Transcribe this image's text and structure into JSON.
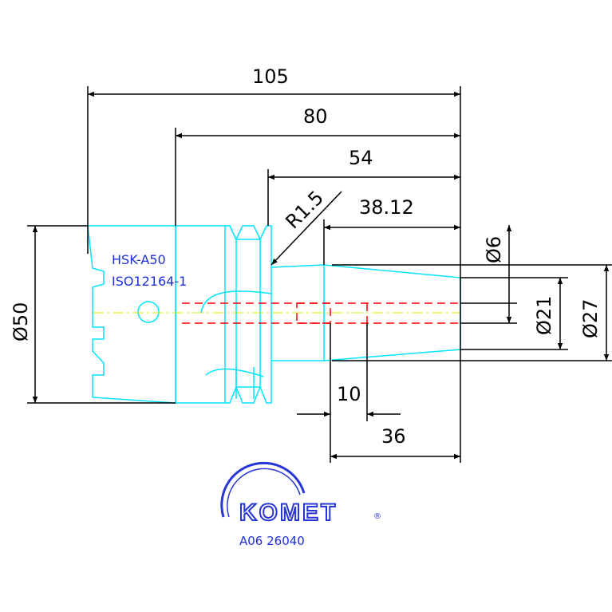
{
  "dimensions": {
    "overall_length": "105",
    "flange_to_end": "80",
    "body_to_end": "54",
    "radius": "R1.5",
    "nose_length": "38.12",
    "end_diameter": "Ø6",
    "bore_diameter": "Ø21",
    "nose_diameter": "Ø27",
    "shank_diameter": "Ø50",
    "bore_depth": "10",
    "nose_segment": "36"
  },
  "notes": {
    "interface": "HSK-A50",
    "standard": "ISO12164-1"
  },
  "brand": {
    "name": "KOMET",
    "registered": "®",
    "article_number": "A06 26040"
  },
  "colors": {
    "outline": "#00e5ff",
    "dimension": "#000000",
    "hidden": "#ff0000",
    "center": "#e8e800",
    "brand": "#1f2fd8"
  }
}
